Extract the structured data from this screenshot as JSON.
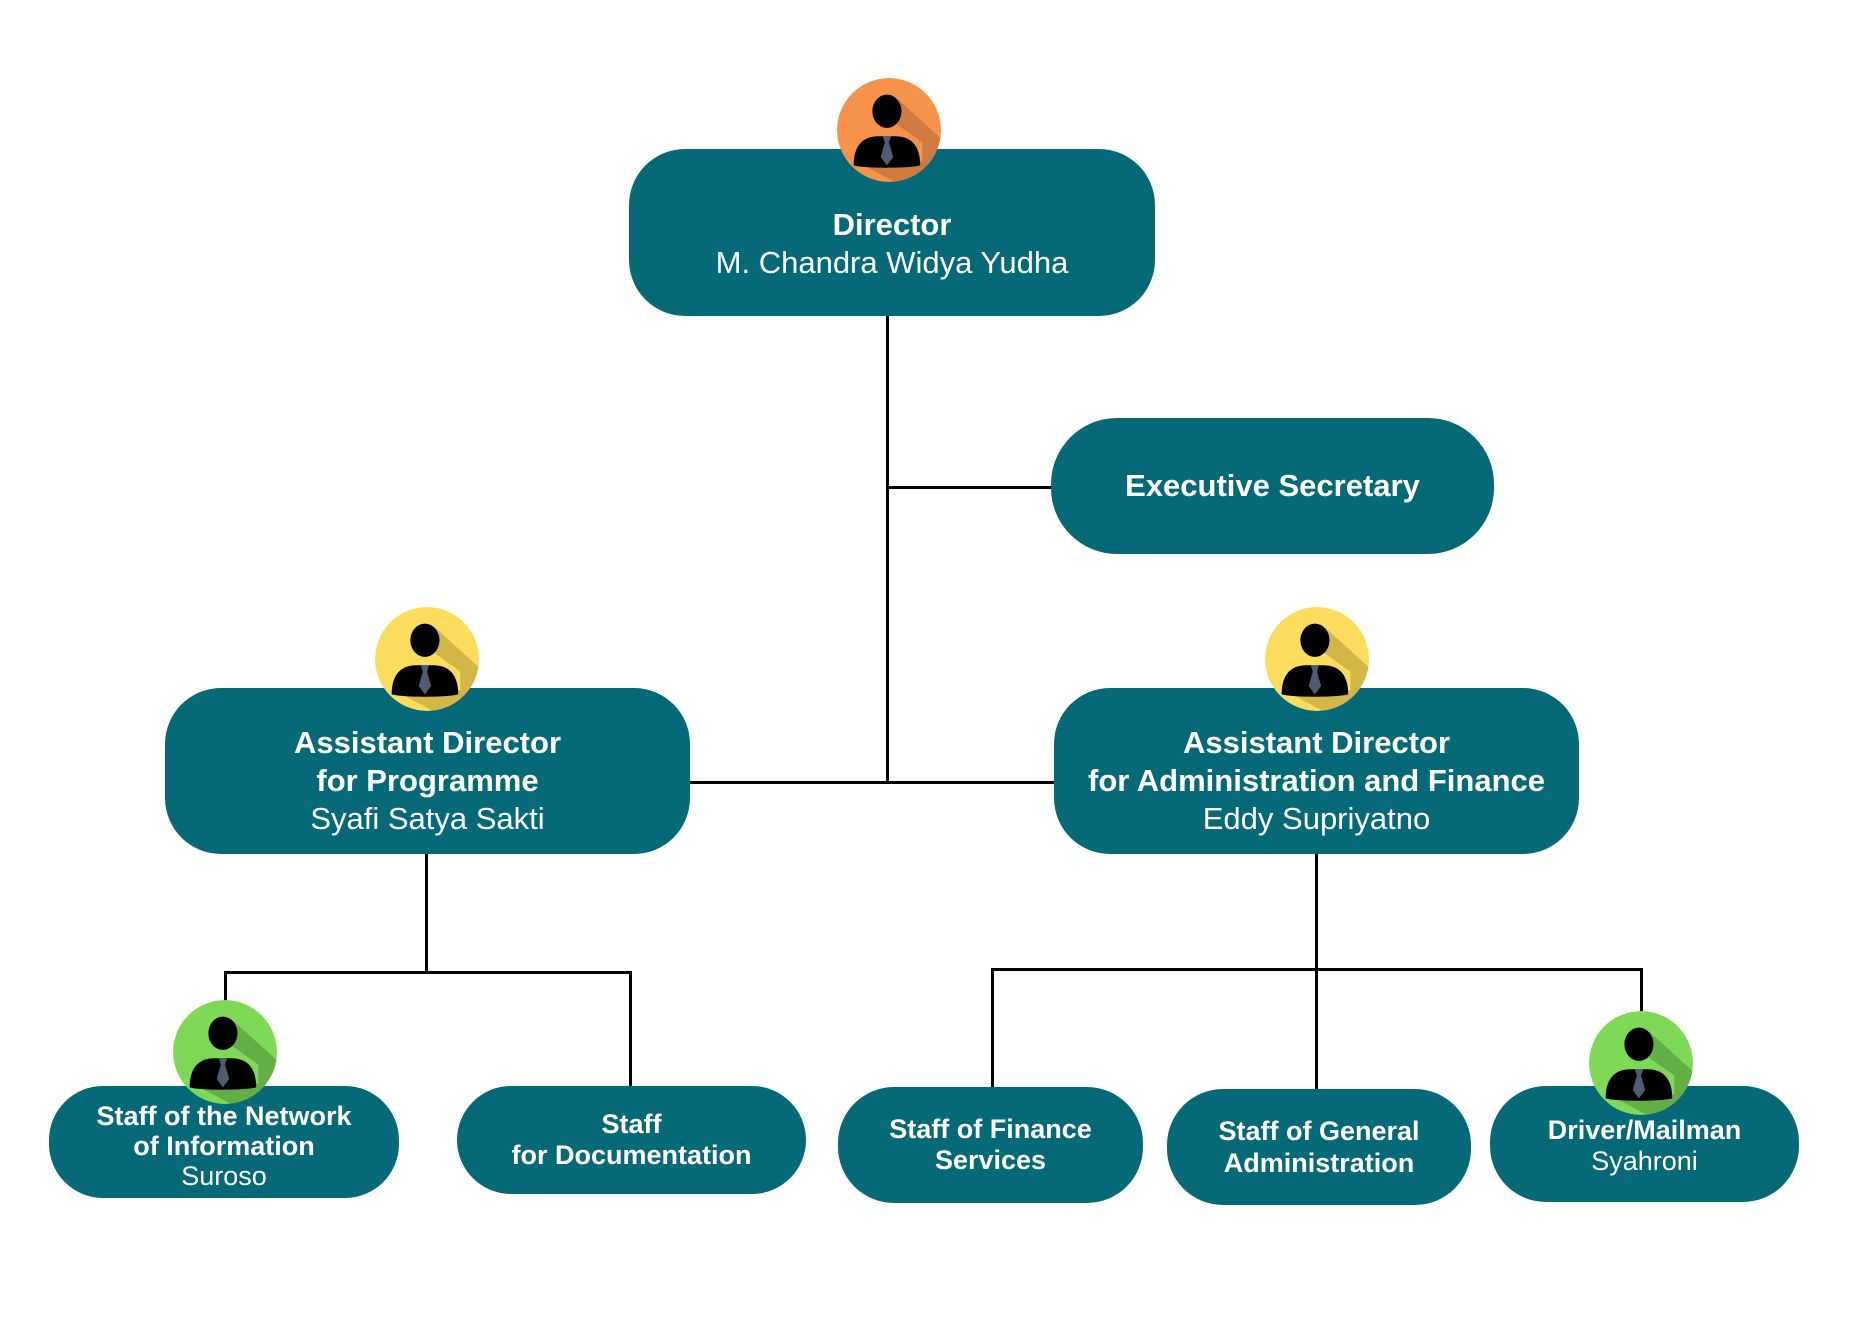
{
  "colors": {
    "node_fill": "#056977",
    "node_text": "#ffffff",
    "connector": "#000000",
    "avatar_director": "#F7924A",
    "avatar_director_shadow": "#CE7A40",
    "avatar_assistant": "#FCDC5C",
    "avatar_assistant_shadow": "#D2B648",
    "avatar_staff": "#7ED957",
    "avatar_staff_shadow": "#64AE46",
    "tie": "#4F5D73"
  },
  "nodes": {
    "director": {
      "title": "Director",
      "name": "M. Chandra Widya Yudha",
      "avatar_icon": "person-tie-icon"
    },
    "executive_secretary": {
      "title": "Executive Secretary"
    },
    "assistant_programme": {
      "title_line1": "Assistant Director",
      "title_line2": "for Programme",
      "name": "Syafi Satya Sakti",
      "avatar_icon": "person-tie-icon"
    },
    "assistant_admin_finance": {
      "title_line1": "Assistant Director",
      "title_line2": "for Administration and Finance",
      "name": "Eddy Supriyatno",
      "avatar_icon": "person-tie-icon"
    },
    "staff_network": {
      "title_line1": "Staff of the Network",
      "title_line2": "of Information",
      "name": "Suroso",
      "avatar_icon": "person-tie-icon"
    },
    "staff_documentation": {
      "title_line1": "Staff",
      "title_line2": "for Documentation"
    },
    "staff_finance": {
      "title_line1": "Staff of Finance",
      "title_line2": "Services"
    },
    "staff_general_admin": {
      "title_line1": "Staff of General",
      "title_line2": "Administration"
    },
    "driver_mailman": {
      "title": "Driver/Mailman",
      "name": "Syahroni",
      "avatar_icon": "person-tie-icon"
    }
  }
}
